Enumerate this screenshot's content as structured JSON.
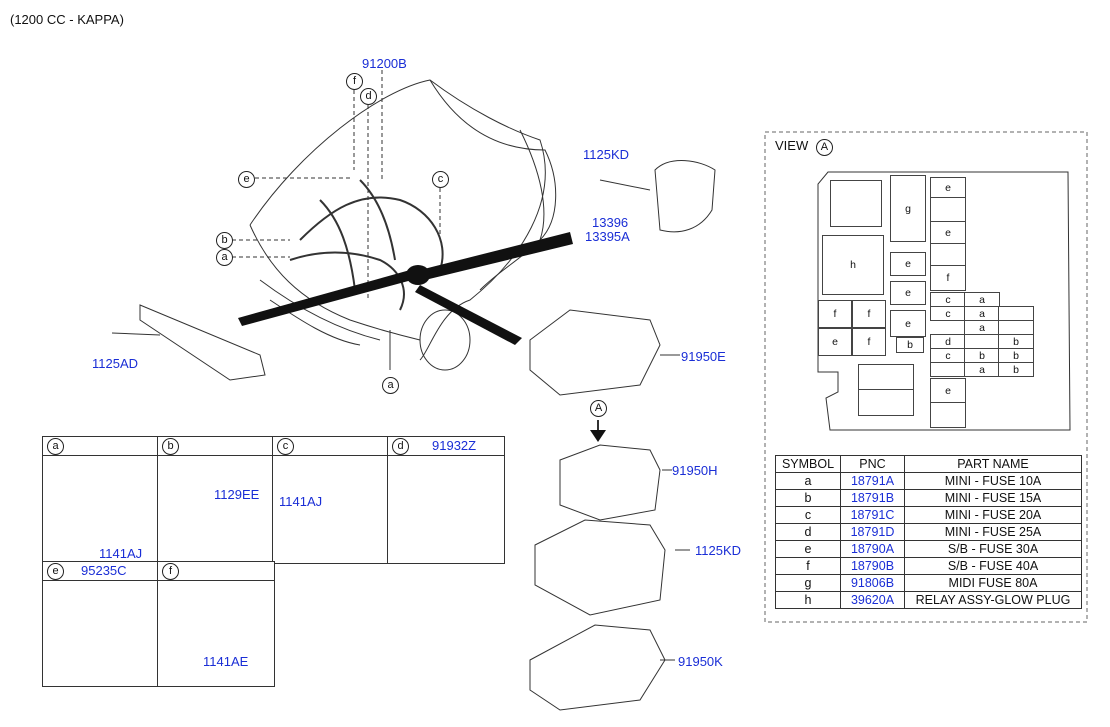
{
  "header": {
    "engine": "(1200 CC - KAPPA)"
  },
  "main_labels": {
    "harness": "91200B",
    "bolt_top": "1125KD",
    "nut_a": "13396",
    "nut_b": "13395A",
    "bolt_left": "1125AD",
    "fuse_box_cover": "91950E",
    "fuse_box_upper": "91950H",
    "bolt_box": "1125KD",
    "fuse_box_lower": "91950K",
    "view_marker": "A"
  },
  "callouts": {
    "a": "a",
    "b": "b",
    "c": "c",
    "d": "d",
    "e": "e",
    "f": "f"
  },
  "detail_panels": [
    {
      "letter": "a",
      "title": "",
      "part": "1141AJ"
    },
    {
      "letter": "b",
      "title": "",
      "part": "1129EE"
    },
    {
      "letter": "c",
      "title": "",
      "part": "1141AJ"
    },
    {
      "letter": "d",
      "title": "91932Z",
      "part": ""
    },
    {
      "letter": "e",
      "title": "95235C",
      "part": ""
    },
    {
      "letter": "f",
      "title": "",
      "part": "1141AE"
    }
  ],
  "view": {
    "label": "VIEW",
    "marker": "A"
  },
  "fuse_grid": {
    "g": "g",
    "h": "h",
    "e": "e",
    "f": "f",
    "b": "b",
    "c": "c",
    "a": "a",
    "d": "d"
  },
  "parts_table": {
    "headers": [
      "SYMBOL",
      "PNC",
      "PART NAME"
    ],
    "rows": [
      [
        "a",
        "18791A",
        "MINI - FUSE 10A"
      ],
      [
        "b",
        "18791B",
        "MINI - FUSE 15A"
      ],
      [
        "c",
        "18791C",
        "MINI - FUSE 20A"
      ],
      [
        "d",
        "18791D",
        "MINI - FUSE 25A"
      ],
      [
        "e",
        "18790A",
        "S/B - FUSE 30A"
      ],
      [
        "f",
        "18790B",
        "S/B - FUSE 40A"
      ],
      [
        "g",
        "91806B",
        "MIDI FUSE 80A"
      ],
      [
        "h",
        "39620A",
        "RELAY ASSY-GLOW PLUG"
      ]
    ]
  }
}
